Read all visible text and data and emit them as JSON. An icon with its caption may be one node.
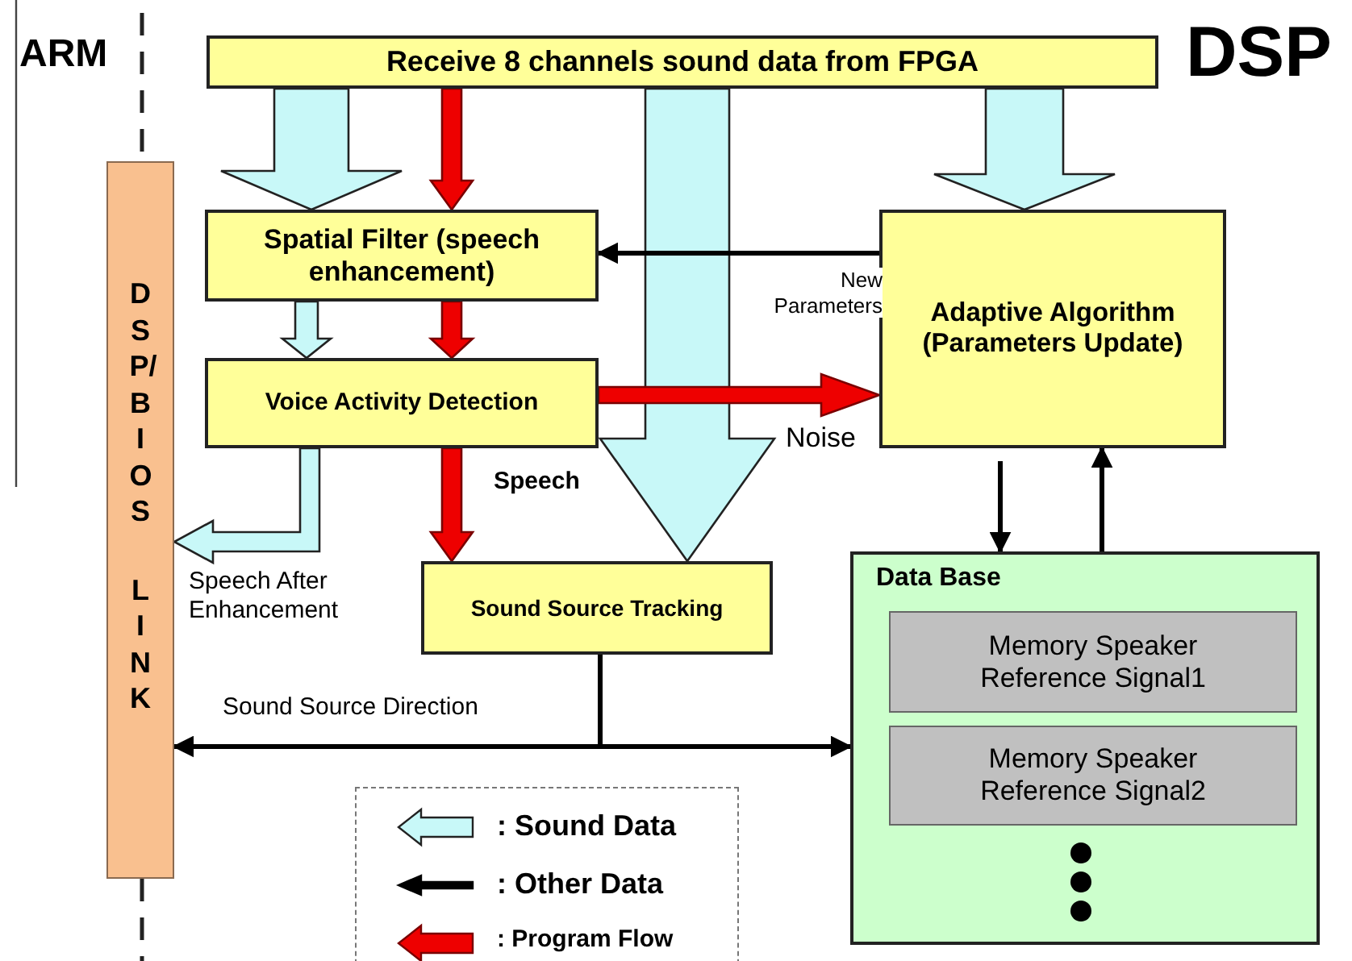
{
  "diagram": {
    "nodes": [
      {
        "text": [
          "Receive 8 channels sound data from FPGA"
        ]
      },
      {
        "text": [
          "DSP/BIOS LINK"
        ]
      },
      {
        "text": [
          "Spatial Filter (speech enhancement)"
        ]
      },
      {
        "text": [
          "Voice Activity Detection"
        ]
      },
      {
        "text": [
          "Adaptive Algorithm (Parameters Update)"
        ]
      },
      {
        "text": [
          "Sound Source Tracking"
        ]
      },
      {
        "text": [
          "Data Base"
        ]
      },
      {
        "text": [
          "Memory Speaker Reference Signal1"
        ],
        "in": 6
      },
      {
        "text": [
          "Memory Speaker Reference Signal2"
        ],
        "in": 6
      }
    ],
    "edges": [
      {
        "from": 0,
        "to": 2,
        "arrow": "to",
        "style": "thick",
        "color": "#c8f8f8"
      },
      {
        "from": 0,
        "to": 2,
        "arrow": "to",
        "style": "thick",
        "color": "#ee0000"
      },
      {
        "from": 0,
        "to": 5,
        "arrow": "to",
        "style": "thick",
        "color": "#c8f8f8"
      },
      {
        "from": 0,
        "to": 4,
        "arrow": "to",
        "style": "thick",
        "color": "#c8f8f8"
      },
      {
        "from": 2,
        "to": 3,
        "arrow": "to",
        "style": "thick",
        "color": "#c8f8f8"
      },
      {
        "from": 2,
        "to": 3,
        "arrow": "to",
        "style": "thick",
        "color": "#ee0000"
      },
      {
        "from": 4,
        "to": 2,
        "arrow": "to",
        "label": "New Parameters"
      },
      {
        "from": 3,
        "to": 4,
        "arrow": "to",
        "label": "Noise",
        "style": "thick",
        "color": "#ee0000"
      },
      {
        "from": 3,
        "to": 1,
        "arrow": "to",
        "label": "Speech After Enhancement",
        "style": "thick",
        "color": "#c8f8f8"
      },
      {
        "from": 3,
        "to": 5,
        "arrow": "to",
        "label": "Speech",
        "style": "thick",
        "color": "#ee0000"
      },
      {
        "from": 5,
        "to": 1,
        "arrow": "to",
        "label": "Sound Source Direction"
      },
      {
        "from": 5,
        "to": 6,
        "arrow": "to"
      },
      {
        "from": 4,
        "to": 6,
        "arrow": "to"
      },
      {
        "from": 6,
        "to": 4,
        "arrow": "to"
      }
    ],
    "labels": [
      "ARM",
      "DSP"
    ],
    "legend": [
      {
        "text": ": Sound Data"
      },
      {
        "text": ": Other Data"
      },
      {
        "text": ": Program Flow"
      }
    ]
  }
}
